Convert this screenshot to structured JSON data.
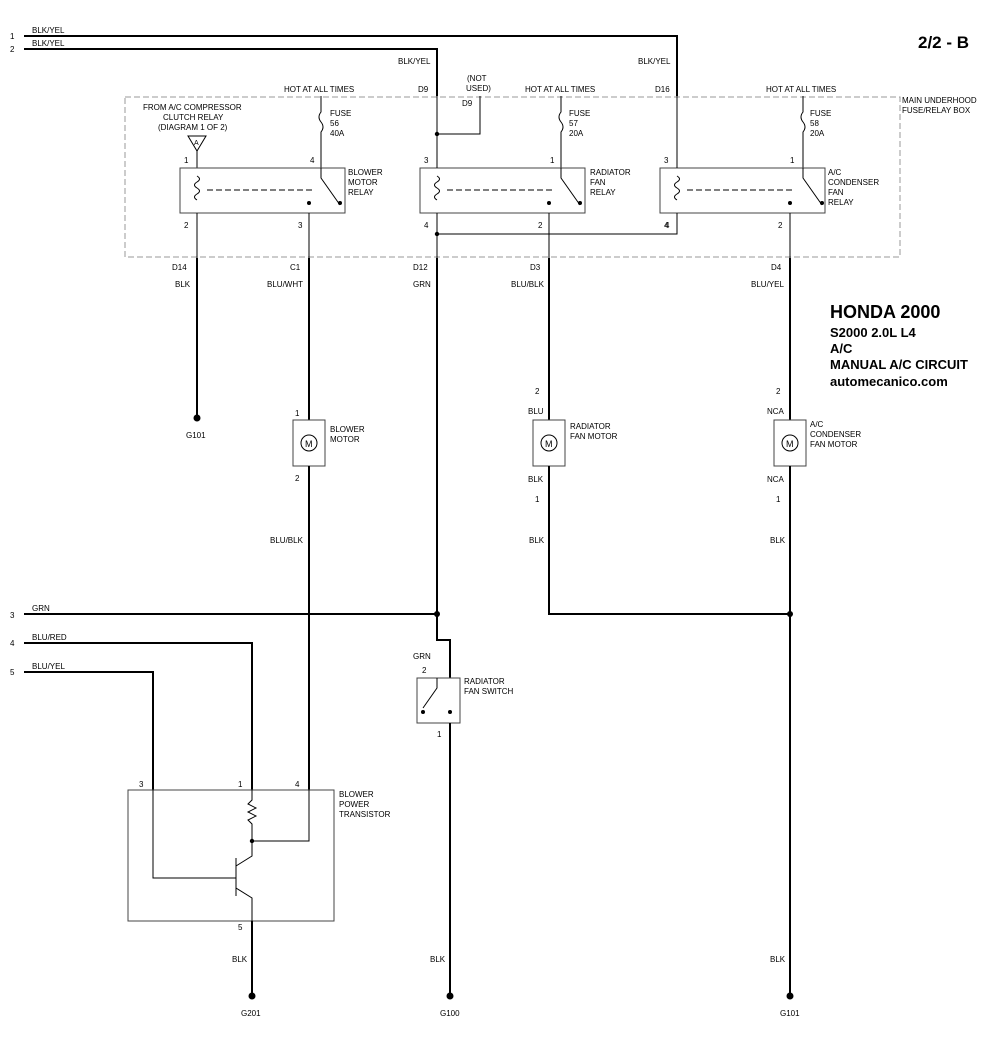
{
  "page_label": "2/2 - B",
  "title": {
    "line1": "HONDA 2000",
    "line2": "S2000  2.0L  L4",
    "line3": "A/C",
    "line4": "MANUAL A/C CIRCUIT",
    "line5": "automecanico.com"
  },
  "inputs": [
    {
      "num": "1",
      "wire": "BLK/YEL"
    },
    {
      "num": "2",
      "wire": "BLK/YEL"
    },
    {
      "num": "3",
      "wire": "GRN"
    },
    {
      "num": "4",
      "wire": "BLU/RED"
    },
    {
      "num": "5",
      "wire": "BLU/YEL"
    }
  ],
  "fuse_box": {
    "label_l1": "MAIN UNDERHOOD",
    "label_l2": "FUSE/RELAY BOX",
    "hot_label": "HOT AT ALL TIMES",
    "not_used_l1": "(NOT",
    "not_used_l2": "USED)",
    "d9_top": "D9",
    "d9_inner": "D9",
    "d16": "D16",
    "top_wire_1": "BLK/YEL",
    "top_wire_2": "BLK/YEL",
    "from_l1": "FROM A/C COMPRESSOR",
    "from_l2": "CLUTCH RELAY",
    "from_l3": "(DIAGRAM 1 OF 2)",
    "from_ref": "A"
  },
  "fuses": [
    {
      "l1": "FUSE",
      "l2": "56",
      "l3": "40A"
    },
    {
      "l1": "FUSE",
      "l2": "57",
      "l3": "20A"
    },
    {
      "l1": "FUSE",
      "l2": "58",
      "l3": "20A"
    }
  ],
  "relays": [
    {
      "l1": "BLOWER",
      "l2": "MOTOR",
      "l3": "RELAY",
      "p_tl": "1",
      "p_tr": "4",
      "p_bl": "2",
      "p_br": "3"
    },
    {
      "l1": "RADIATOR",
      "l2": "FAN",
      "l3": "RELAY",
      "p_tl": "3",
      "p_tr": "1",
      "p_bl": "4",
      "p_br": "2"
    },
    {
      "l1": "A/C",
      "l2": "CONDENSER",
      "l3": "FAN",
      "l4": "RELAY",
      "p_tl": "3",
      "p_tr": "1",
      "p_bl": "4",
      "p_br": "2"
    }
  ],
  "outputs": [
    {
      "conn": "D14",
      "wire": "BLK"
    },
    {
      "conn": "C1",
      "wire": "BLU/WHT"
    },
    {
      "conn": "D12",
      "wire": "GRN"
    },
    {
      "conn": "D3",
      "wire": "BLU/BLK"
    },
    {
      "conn": "D4",
      "wire": "BLU/YEL"
    }
  ],
  "grounds": {
    "g101_left": "G101",
    "g201": "G201",
    "g100": "G100",
    "g101_right": "G101"
  },
  "motors": [
    {
      "l1": "BLOWER",
      "l2": "MOTOR",
      "pin_top": "1",
      "pin_bot": "2",
      "wire_top": "",
      "wire_bot": "",
      "symbol": "M"
    },
    {
      "l1": "RADIATOR",
      "l2": "FAN MOTOR",
      "pin_top": "2",
      "pin_bot": "1",
      "wire_top": "BLU",
      "wire_bot": "BLK",
      "symbol": "M"
    },
    {
      "l1": "A/C",
      "l2": "CONDENSER",
      "l3": "FAN MOTOR",
      "pin_top": "2",
      "pin_bot": "1",
      "wire_top": "NCA",
      "wire_bot": "NCA",
      "symbol": "M"
    }
  ],
  "wires": {
    "blower_out": "BLU/BLK",
    "rad_motor_out": "BLK",
    "cond_motor_out": "BLK",
    "switch_in": "GRN",
    "trans_out": "BLK",
    "switch_out": "BLK",
    "right_ground": "BLK"
  },
  "switch": {
    "l1": "RADIATOR",
    "l2": "FAN SWITCH",
    "pin_top": "2",
    "pin_bot": "1"
  },
  "transistor": {
    "l1": "BLOWER",
    "l2": "POWER",
    "l3": "TRANSISTOR",
    "p3": "3",
    "p1": "1",
    "p4": "4",
    "p5": "5"
  }
}
